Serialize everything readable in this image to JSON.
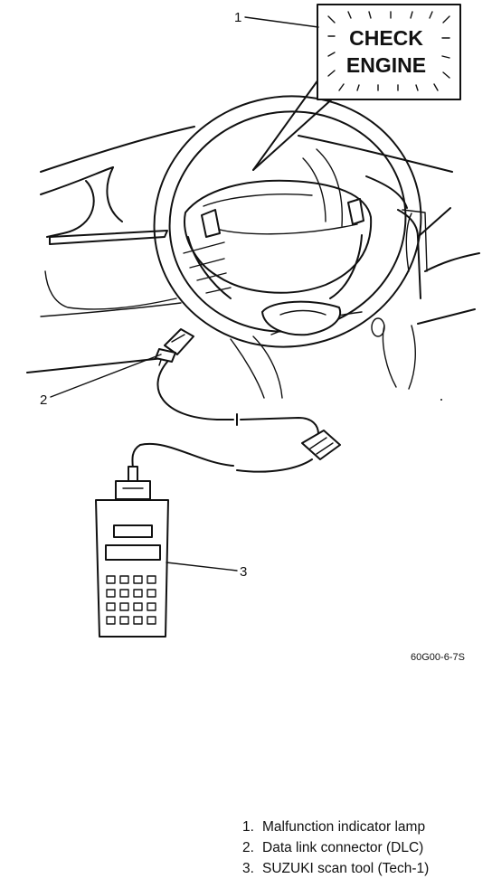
{
  "lamp": {
    "line1": "CHECK",
    "line2": "ENGINE"
  },
  "callouts": [
    {
      "number": "1",
      "target": "malfunction-indicator-lamp"
    },
    {
      "number": "2",
      "target": "data-link-connector"
    },
    {
      "number": "3",
      "target": "scan-tool"
    }
  ],
  "figure_code": "60G00-6-7S",
  "legend": [
    {
      "number": "1.",
      "text": "Malfunction indicator lamp"
    },
    {
      "number": "2.",
      "text": "Data link connector (DLC)"
    },
    {
      "number": "3.",
      "text": "SUZUKI scan tool (Tech-1)"
    }
  ]
}
